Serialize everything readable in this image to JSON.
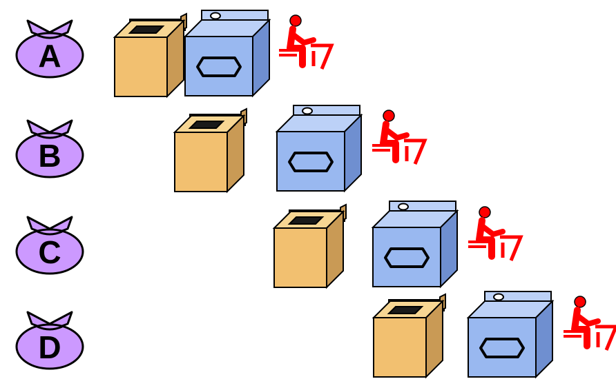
{
  "rows": [
    {
      "label": "A"
    },
    {
      "label": "B"
    },
    {
      "label": "C"
    },
    {
      "label": "D"
    }
  ],
  "colors": {
    "bag": "#cc99ff",
    "washer_front": "#f2c070",
    "washer_side": "#c99a55",
    "washer_top": "#f7d693",
    "dryer_front": "#99b8f0",
    "dryer_side": "#6f8fd0",
    "dryer_top": "#bcd1f7",
    "folder": "#ff0000"
  },
  "icons": {
    "bag": "laundry-bag-icon",
    "washer": "washer-icon",
    "dryer": "dryer-icon",
    "folder": "folding-person-icon"
  }
}
